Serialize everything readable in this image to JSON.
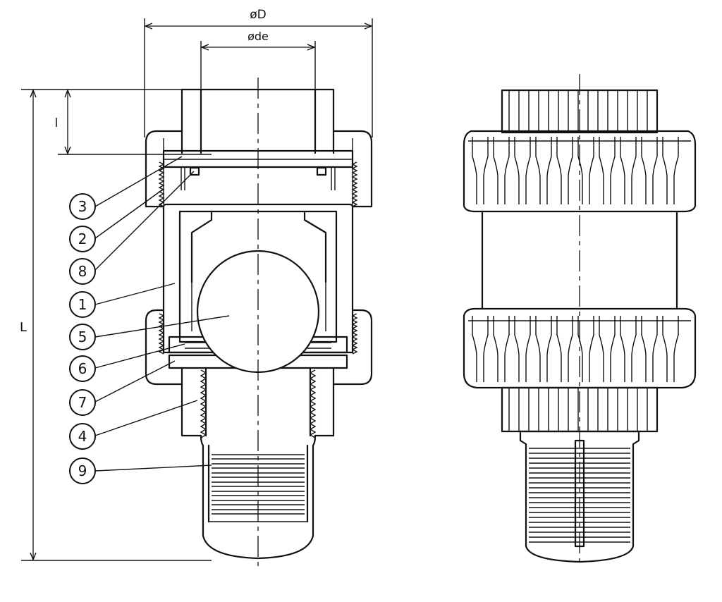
{
  "dimensions": {
    "outer_diameter": "øD",
    "pipe_diameter": "øde",
    "socket_depth": "l",
    "overall_length": "L"
  },
  "part_callouts": [
    "3",
    "2",
    "8",
    "1",
    "5",
    "6",
    "7",
    "4",
    "9"
  ],
  "colors": {
    "line": "#111111",
    "background": "#ffffff"
  }
}
